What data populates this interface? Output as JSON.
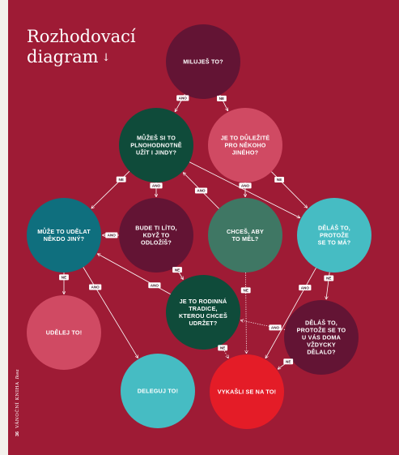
{
  "title": {
    "line1": "Rozhodovací",
    "line2": "diagram",
    "arrow_icon": "↓"
  },
  "folio": {
    "page_number": "36",
    "magazine": "VÁNOČNÍ KNIHA",
    "publisher": "Ikea"
  },
  "colors": {
    "background": "#9e1b35",
    "dark_burgundy": "#631434",
    "dark_green": "#0f4b3a",
    "pink": "#d04a63",
    "sage_green": "#3f7764",
    "teal": "#0f6f7e",
    "aqua": "#46bcc3",
    "red": "#e41c27",
    "tag": "#ffffff"
  },
  "nodes": [
    {
      "id": "milujes",
      "lines": [
        "MILUJEŠ TO?"
      ],
      "color": "dark_burgundy"
    },
    {
      "id": "muzes",
      "lines": [
        "MŮŽEŠ SI TO",
        "PLNOHODNOTNĚ",
        "UŽÍT I JINDY?"
      ],
      "color": "dark_green"
    },
    {
      "id": "dulezite",
      "lines": [
        "JE TO DŮLEŽITÉ",
        "PRO NĚKOHO",
        "JINÉHO?"
      ],
      "color": "pink"
    },
    {
      "id": "jiny",
      "lines": [
        "MŮŽE TO UDĚLAT",
        "NĚKDO JINÝ?"
      ],
      "color": "teal"
    },
    {
      "id": "lito",
      "lines": [
        "BUDE TI LÍTO,",
        "KDYŽ TO",
        "ODLOŽÍŠ?"
      ],
      "color": "dark_burgundy"
    },
    {
      "id": "chces",
      "lines": [
        "CHCEŠ, ABY",
        "TO MĚL?"
      ],
      "color": "sage_green"
    },
    {
      "id": "delas",
      "lines": [
        "DĚLÁŠ TO,",
        "PROTOŽE",
        "SE TO MÁ?"
      ],
      "color": "aqua"
    },
    {
      "id": "tradice",
      "lines": [
        "JE TO RODINNÁ",
        "TRADICE,",
        "KTEROU CHCEŠ",
        "UDRŽET?"
      ],
      "color": "dark_green"
    },
    {
      "id": "udelej",
      "lines": [
        "UDĚLEJ TO!"
      ],
      "color": "pink"
    },
    {
      "id": "vzdycky",
      "lines": [
        "DĚLÁŠ TO,",
        "PROTOŽE SE TO",
        "U VÁS DOMA",
        "VŽDYCKY",
        "DĚLALO?"
      ],
      "color": "dark_burgundy"
    },
    {
      "id": "deleguj",
      "lines": [
        "DELEGUJ TO!"
      ],
      "color": "aqua"
    },
    {
      "id": "vykasli",
      "lines": [
        "VYKAŠLI SE NA TO!"
      ],
      "color": "red"
    }
  ],
  "edges": [
    {
      "from": "milujes",
      "to": "muzes",
      "label": "ANO"
    },
    {
      "from": "milujes",
      "to": "dulezite",
      "label": "NE"
    },
    {
      "from": "muzes",
      "to": "jiny",
      "label": "NE"
    },
    {
      "from": "muzes",
      "to": "lito",
      "label": "ANO"
    },
    {
      "from": "muzes",
      "to": "delas",
      "label": ""
    },
    {
      "from": "dulezite",
      "to": "chces",
      "label": "ANO"
    },
    {
      "from": "dulezite",
      "to": "delas",
      "label": "NE"
    },
    {
      "from": "chces",
      "to": "muzes",
      "label": "ANO"
    },
    {
      "from": "chces",
      "to": "vykasli",
      "label": "NE"
    },
    {
      "from": "lito",
      "to": "jiny",
      "label": "ANO"
    },
    {
      "from": "lito",
      "to": "tradice",
      "label": "NE"
    },
    {
      "from": "jiny",
      "to": "udelej",
      "label": "NE"
    },
    {
      "from": "jiny",
      "to": "deleguj",
      "label": "ANO"
    },
    {
      "from": "tradice",
      "to": "jiny",
      "label": "ANO"
    },
    {
      "from": "tradice",
      "to": "vykasli",
      "label": "NE"
    },
    {
      "from": "delas",
      "to": "vzdycky",
      "label": "NE"
    },
    {
      "from": "delas",
      "to": "vykasli",
      "label": "ANO"
    },
    {
      "from": "vzdycky",
      "to": "tradice",
      "label": "ANO"
    },
    {
      "from": "vzdycky",
      "to": "vykasli",
      "label": "NE"
    }
  ]
}
